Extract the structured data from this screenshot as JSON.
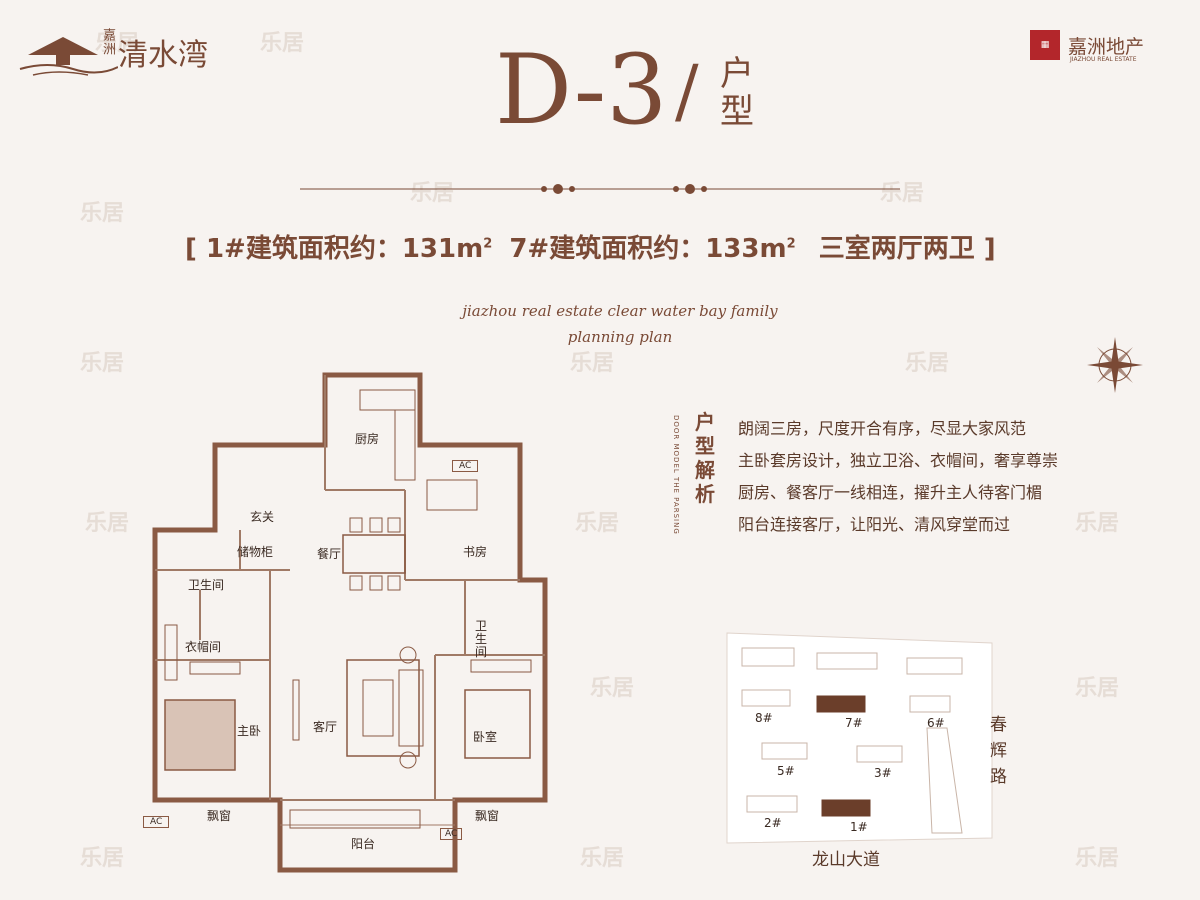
{
  "brand": {
    "project_small": "嘉洲",
    "project_name": "清水湾",
    "developer": "嘉洲地产",
    "developer_en": "JIAZHOU REAL ESTATE"
  },
  "title": {
    "code": "D-3",
    "slash": "/",
    "suffix": "户型"
  },
  "area_line": {
    "open": "[",
    "b1_label": "1#建筑面积约：",
    "b1_value": "131",
    "b7_label": "7#建筑面积约：",
    "b7_value": "133",
    "unit": "m",
    "unit_sup": "2",
    "layout": "三室两厅两卫",
    "close": "]"
  },
  "english": {
    "line1": "jiazhou real estate clear water bay family",
    "line2": "planning plan"
  },
  "analysis": {
    "title": "户型解析",
    "en": "DOOR MODEL THE PARSING",
    "features": [
      "朗阔三房，尺度开合有序，尽显大家风范",
      "主卧套房设计，独立卫浴、衣帽间，奢享尊崇",
      "厨房、餐客厅一线相连，擢升主人待客门楣",
      "阳台连接客厅，让阳光、清风穿堂而过"
    ]
  },
  "rooms": {
    "kitchen": "厨房",
    "entry": "玄关",
    "dining": "餐厅",
    "study": "书房",
    "storage": "储物柜",
    "bath1": "卫生间",
    "bath2": "卫生间",
    "closet": "衣帽间",
    "master": "主卧",
    "living": "客厅",
    "bedroom": "卧室",
    "bay1": "飘窗",
    "bay2": "飘窗",
    "balcony": "阳台",
    "ac1": "AC",
    "ac2": "AC",
    "ac3": "AC"
  },
  "site_plan": {
    "buildings": [
      "8#",
      "7#",
      "6#",
      "5#",
      "3#",
      "2#",
      "1#"
    ],
    "road_bottom": "龙山大道",
    "road_right": "春辉路"
  },
  "watermark": "乐居",
  "colors": {
    "brand_brown": "#7a4a36",
    "background": "#f7f3f0",
    "seal_red": "#b3262b",
    "highlight_building": "#6b3e2a"
  }
}
